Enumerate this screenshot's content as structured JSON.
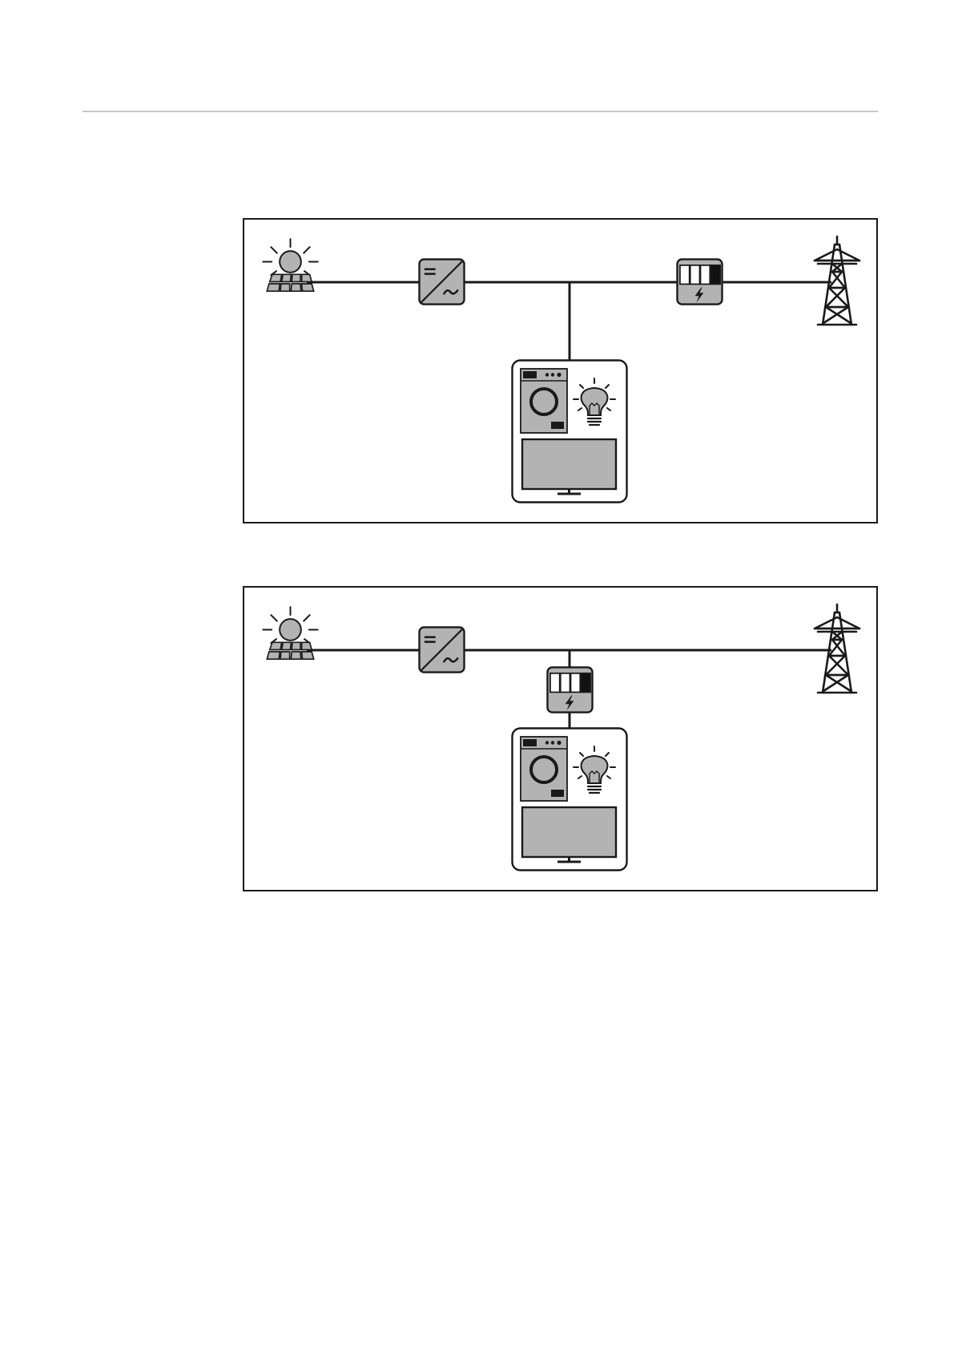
{
  "colors": {
    "header_rule": "#c8c8c8",
    "line": "#1a1a1a",
    "device_fill": "#b3b3b3",
    "background": "#ffffff"
  },
  "icons": {
    "pv": "sun-over-solar-panel-icon",
    "inverter": "dc-ac-inverter-icon",
    "battery": "battery-storage-icon",
    "grid": "power-transmission-tower-icon",
    "loads": "household-loads-icon"
  },
  "diagrams": [
    {
      "id": "diagram-1",
      "battery_position": "between-inverter-and-grid"
    },
    {
      "id": "diagram-2",
      "battery_position": "between-bus-and-loads"
    }
  ]
}
